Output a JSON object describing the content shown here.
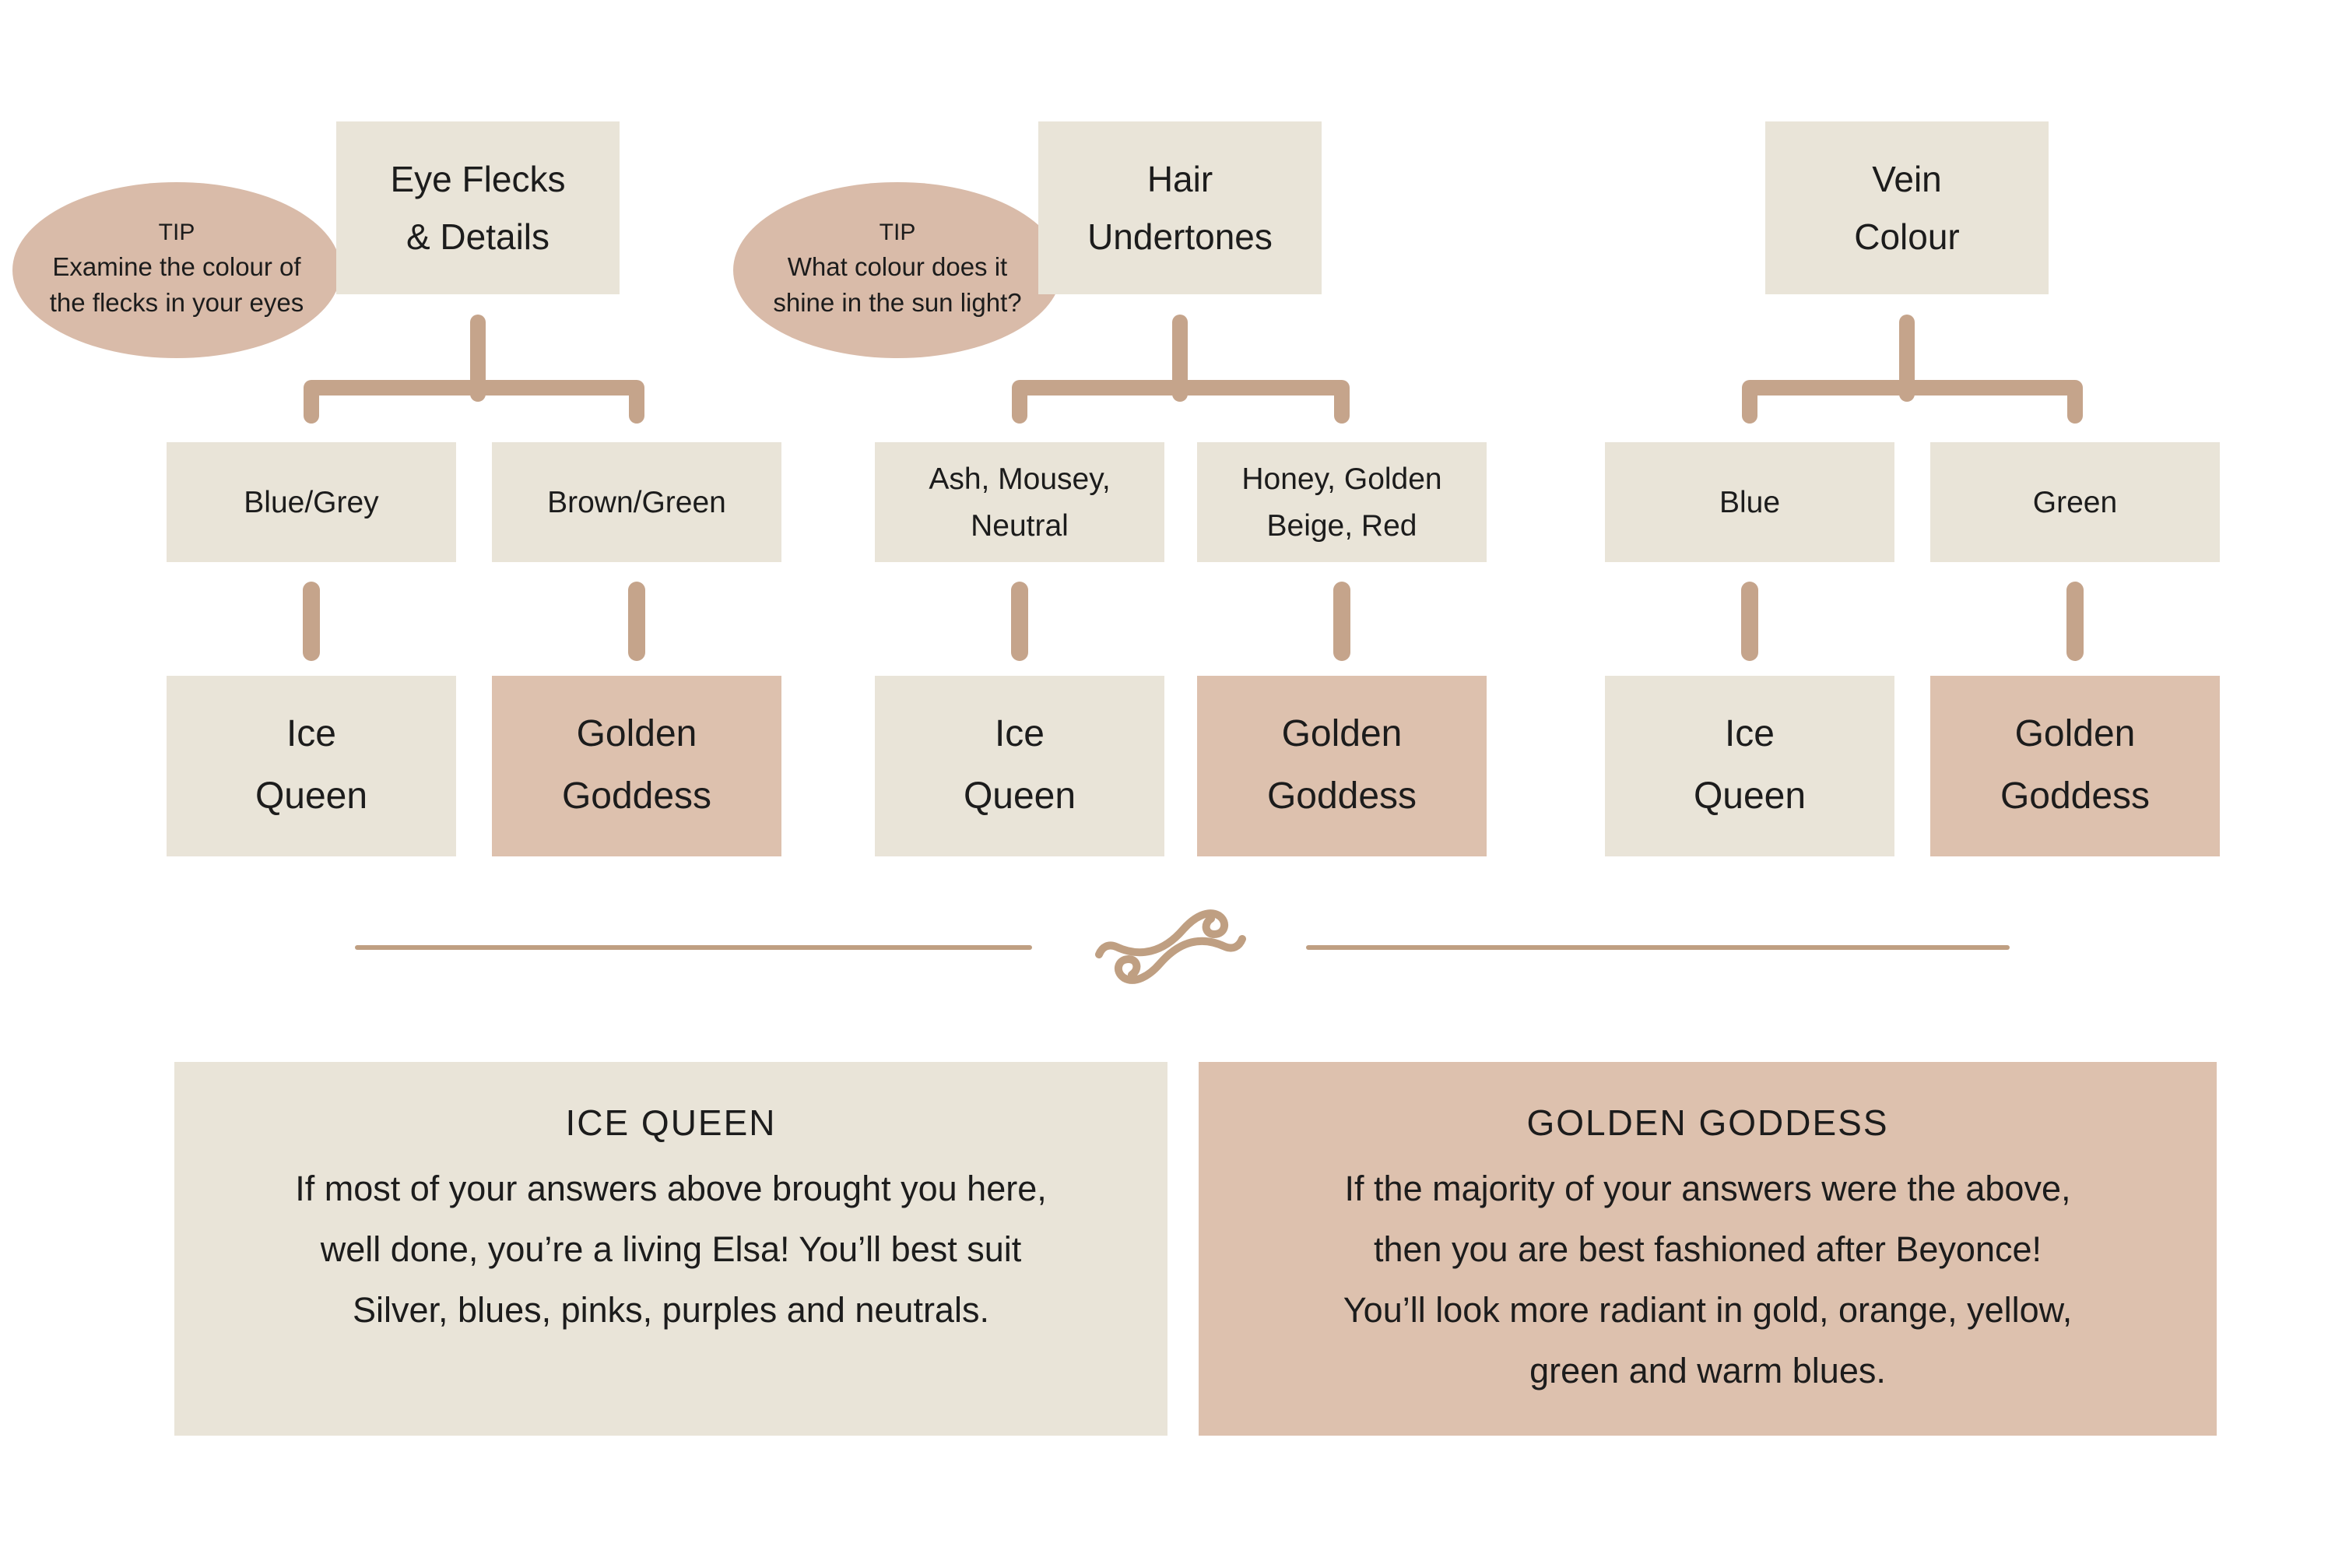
{
  "colors": {
    "background": "#ffffff",
    "box_beige": "#e9e4d8",
    "box_blush": "#ddc1ae",
    "tip_ellipse": "#d9bba9",
    "connector_tan": "#c5a48b",
    "ornament_tan": "#bf9f82",
    "text": "#1c1c1c"
  },
  "groups": [
    {
      "title": "Eye Flecks\n& Details",
      "tip_label": "TIP",
      "tip_text": "Examine the colour of\nthe flecks in your eyes",
      "options": [
        {
          "label": "Blue/Grey",
          "result": "Ice\nQueen"
        },
        {
          "label": "Brown/Green",
          "result": "Golden\nGoddess"
        }
      ]
    },
    {
      "title": "Hair\nUndertones",
      "tip_label": "TIP",
      "tip_text": "What colour does it\nshine in the sun light?",
      "options": [
        {
          "label": "Ash, Mousey,\nNeutral",
          "result": "Ice\nQueen"
        },
        {
          "label": "Honey, Golden\nBeige, Red",
          "result": "Golden\nGoddess"
        }
      ]
    },
    {
      "title": "Vein\nColour",
      "options": [
        {
          "label": "Blue",
          "result": "Ice\nQueen"
        },
        {
          "label": "Green",
          "result": "Golden\nGoddess"
        }
      ]
    }
  ],
  "results": [
    {
      "heading": "ICE QUEEN",
      "body": "If most of your answers above brought you here,\nwell done, you’re a living Elsa! You’ll best suit\nSilver, blues, pinks, purples and neutrals."
    },
    {
      "heading": "GOLDEN GODDESS",
      "body": "If the majority of your answers were the above,\nthen you are best fashioned after Beyonce!\nYou’ll look more radiant in gold, orange, yellow,\ngreen and warm blues."
    }
  ]
}
